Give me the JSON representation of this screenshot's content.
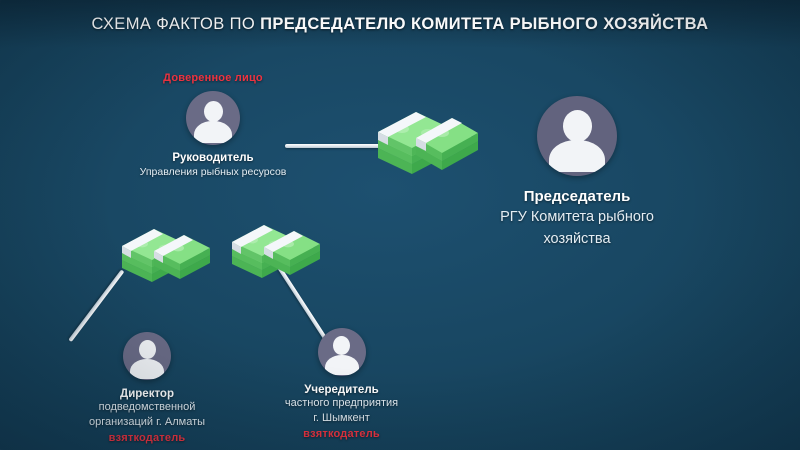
{
  "title": {
    "light_part": "СХЕМА ФАКТОВ ПО ",
    "bold_part": "ПРЕДСЕДАТЕЛЮ КОМИТЕТА РЫБНОГО ХОЗЯЙСТВА",
    "full": "СХЕМА ФАКТОВ ПО ПРЕДСЕДАТЕЛЮ КОМИТЕТА РЫБНОГО ХОЗЯЙСТВА"
  },
  "colors": {
    "background_dark": "#0f3247",
    "background_light": "#1d5070",
    "accent_red": "#ef3340",
    "avatar_circle": "#6a6b86",
    "avatar_silhouette": "#f2f4f7",
    "money_green": "#6dd36d",
    "money_green_dark": "#3fa84f",
    "line_white": "#ffffff",
    "text_white": "#ffffff"
  },
  "nodes": {
    "rukovoditel": {
      "tag": "Доверенное лицо",
      "role": "Руководитель",
      "org": "Управления рыбных ресурсов",
      "icon": "person-avatar-icon"
    },
    "predsedatel": {
      "role": "Председатель",
      "org_line1": "РГУ Комитета рыбного",
      "org_line2": "хозяйства",
      "icon": "person-avatar-icon"
    },
    "director": {
      "role": "Директор",
      "org_line1": "подведомственной",
      "org_line2": "организаций г. Алматы",
      "tag": "взяткодатель",
      "icon": "person-avatar-icon"
    },
    "uchreditel": {
      "role": "Учередитель",
      "org_line1": "частного предприятия",
      "org_line2": "г. Шымкент",
      "tag": "взяткодатель",
      "icon": "person-avatar-icon"
    }
  },
  "money_icons": {
    "top": "money-stack-icon",
    "left": "money-stack-icon",
    "right": "money-stack-icon"
  },
  "links": {
    "rukovoditel_to_money": "connector-line",
    "money_to_director": "connector-line",
    "money_to_uchreditel": "connector-line"
  }
}
